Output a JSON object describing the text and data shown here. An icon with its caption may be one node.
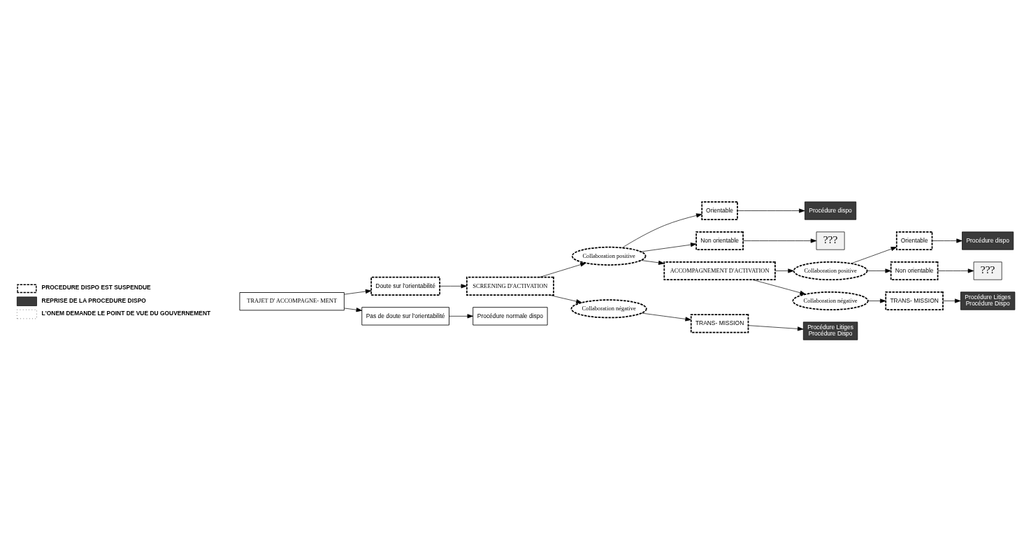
{
  "diagram": {
    "nodes": [
      {
        "text": [
          "TRAJET D' ACCOMPAGNE- MENT"
        ]
      },
      {
        "text": [
          "Doute sur l'orientabilité"
        ]
      },
      {
        "text": [
          "Pas de doute sur l'orientabilité"
        ]
      },
      {
        "text": [
          "Procédure normale dispo"
        ]
      },
      {
        "text": [
          "SCREENING D'ACTIVATION"
        ]
      },
      {
        "text": [
          "Collaboration positive"
        ]
      },
      {
        "text": [
          "Collaboration négative"
        ]
      },
      {
        "text": [
          "Procédure dispo"
        ]
      },
      {
        "text": [
          "Orientable"
        ]
      },
      {
        "text": [
          "Non orientable"
        ]
      },
      {
        "text": [
          "???"
        ]
      },
      {
        "text": [
          "TRANS- MISSION"
        ]
      },
      {
        "text": [
          "Procédure Litiges",
          "Procédure Dispo"
        ]
      },
      {
        "text": [
          "ACCOMPAGNEMENT D'ACTIVATION"
        ]
      },
      {
        "text": [
          "Collaboration positive"
        ]
      },
      {
        "text": [
          "Orientable"
        ]
      },
      {
        "text": [
          "Procédure dispo"
        ]
      },
      {
        "text": [
          "Non orientable"
        ]
      },
      {
        "text": [
          "???"
        ]
      },
      {
        "text": [
          "Collaboration négative"
        ]
      },
      {
        "text": [
          "TRANS- MISSION"
        ]
      },
      {
        "text": [
          "Procédure Litiges",
          "Procédure Dispo"
        ]
      }
    ],
    "edges": [
      {
        "from": 0,
        "to": 1,
        "arrow": "to"
      },
      {
        "from": 1,
        "to": 4,
        "arrow": "to"
      },
      {
        "from": 0,
        "to": 2,
        "arrow": "to"
      },
      {
        "from": 2,
        "to": 3,
        "arrow": "to"
      },
      {
        "from": 4,
        "to": 5,
        "arrow": "to"
      },
      {
        "from": 4,
        "to": 6,
        "arrow": "to"
      },
      {
        "from": 5,
        "to": 8,
        "arrow": "to"
      },
      {
        "from": 8,
        "to": 7,
        "arrow": "to"
      },
      {
        "from": 5,
        "to": 9,
        "arrow": "to"
      },
      {
        "from": 5,
        "to": 13,
        "arrow": "to"
      },
      {
        "from": 9,
        "to": 10,
        "arrow": "to"
      },
      {
        "from": 6,
        "to": 11,
        "arrow": "to"
      },
      {
        "from": 11,
        "to": 12,
        "arrow": "to"
      },
      {
        "from": 13,
        "to": 14,
        "arrow": "to"
      },
      {
        "from": 14,
        "to": 15,
        "arrow": "to"
      },
      {
        "from": 15,
        "to": 16,
        "arrow": "to"
      },
      {
        "from": 14,
        "to": 17,
        "arrow": "to"
      },
      {
        "from": 17,
        "to": 18,
        "arrow": "to"
      },
      {
        "from": 13,
        "to": 19,
        "arrow": "to"
      },
      {
        "from": 19,
        "to": 20,
        "arrow": "to"
      },
      {
        "from": 20,
        "to": 21,
        "arrow": "to"
      }
    ],
    "legend": [
      {
        "text": "PROCEDURE DISPO EST SUSPENDUE"
      },
      {
        "text": "REPRISE DE LA PROCEDURE DISPO",
        "color": "#3a3a3a"
      },
      {
        "text": "L'ONEM DEMANDE LE POINT DE VUE DU GOUVERNEMENT"
      }
    ]
  }
}
